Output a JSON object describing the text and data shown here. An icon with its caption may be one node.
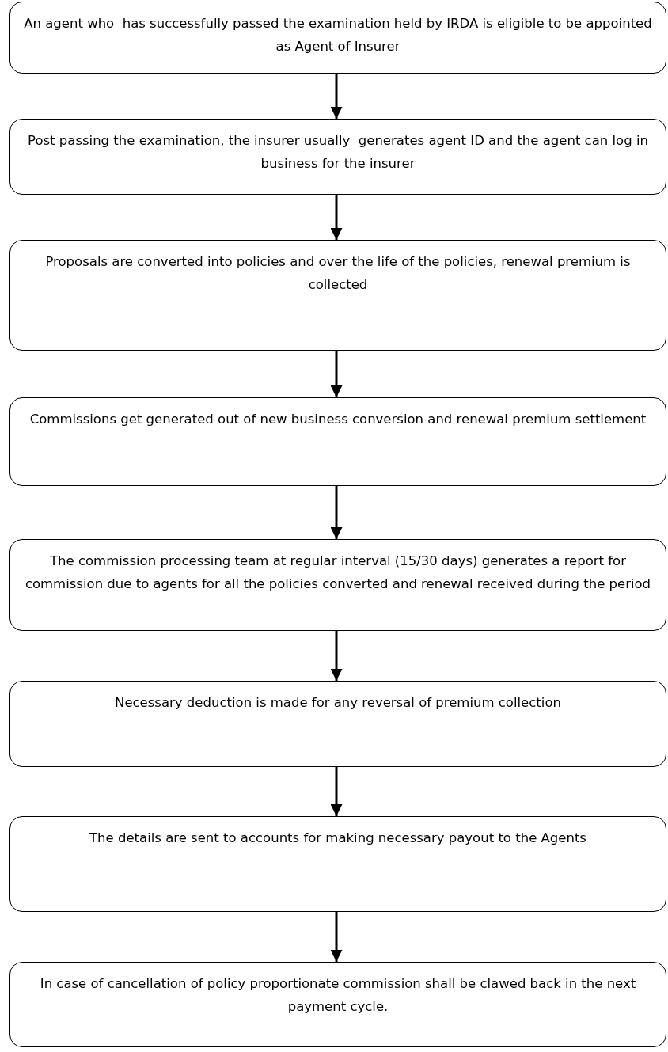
{
  "diagram": {
    "nodes": [
      {
        "text": [
          "An agent who  has successfully passed the examination held by IRDA is eligible to be appointed as Agent of Insurer"
        ]
      },
      {
        "text": [
          "Post passing the examination, the insurer usually  generates agent ID and the agent can log in business for the insurer"
        ]
      },
      {
        "text": [
          "Proposals are converted into policies and over the life of the policies, renewal premium is collected"
        ]
      },
      {
        "text": [
          "Commissions get generated out of new business conversion and renewal premium settlement"
        ]
      },
      {
        "text": [
          "The commission processing team at regular interval (15/30 days) generates a report for commission due to agents for all the policies converted and renewal received during the period"
        ]
      },
      {
        "text": [
          "Necessary deduction is made for any reversal of premium collection"
        ]
      },
      {
        "text": [
          "The details are sent to accounts for making necessary payout to the Agents"
        ]
      },
      {
        "text": [
          "In case of cancellation of policy proportionate commission shall be clawed back in the next payment cycle."
        ]
      }
    ],
    "edges": [
      {
        "from": 0,
        "to": 1,
        "arrow": "to"
      },
      {
        "from": 1,
        "to": 2,
        "arrow": "to"
      },
      {
        "from": 2,
        "to": 3,
        "arrow": "to"
      },
      {
        "from": 3,
        "to": 4,
        "arrow": "to"
      },
      {
        "from": 4,
        "to": 5,
        "arrow": "to"
      },
      {
        "from": 5,
        "to": 6,
        "arrow": "to"
      },
      {
        "from": 6,
        "to": 7,
        "arrow": "to"
      }
    ]
  }
}
